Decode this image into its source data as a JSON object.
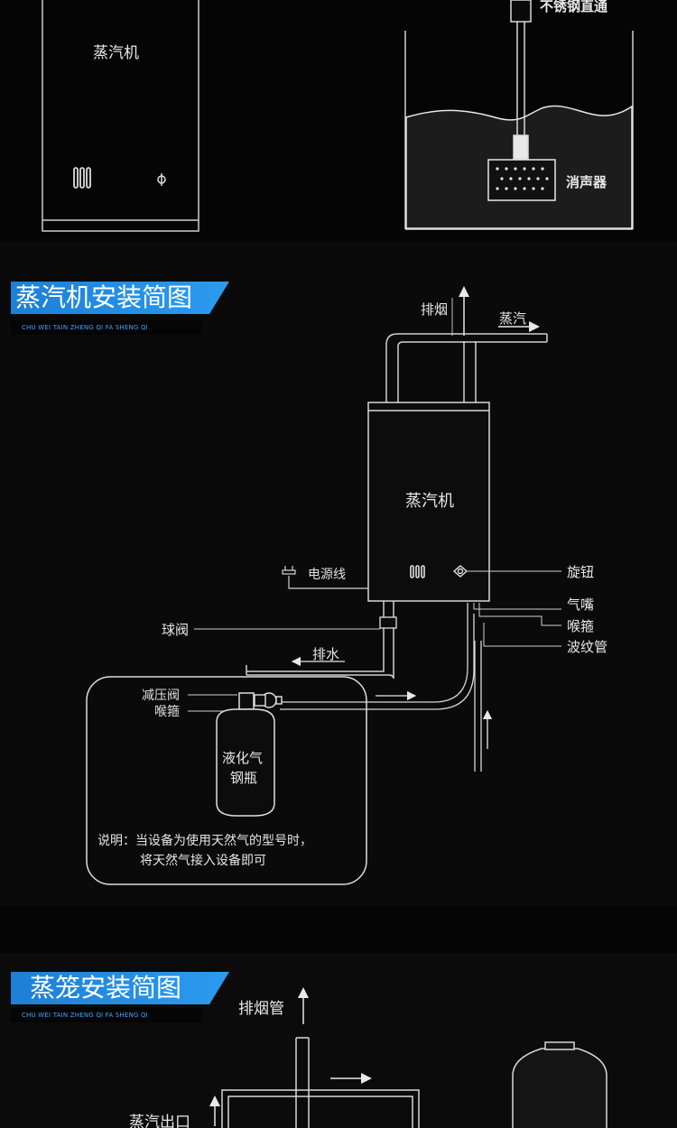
{
  "top_panel": {
    "machine_label": "蒸汽机",
    "pipe_label": "不锈钢直通",
    "muffler_label": "消声器"
  },
  "section1": {
    "title": "蒸汽机安装简图",
    "subtitle": "CHU WEI TAIN ZHENG QI FA SHENG QI",
    "labels": {
      "exhaust": "排烟",
      "steam": "蒸汽",
      "machine": "蒸汽机",
      "power_cord": "电源线",
      "knob": "旋钮",
      "gas_nozzle": "气嘴",
      "throat_hoop": "喉箍",
      "corrugated_pipe": "波纹管",
      "ball_valve": "球阀",
      "drain": "排水",
      "pressure_valve": "减压阀",
      "hoop": "喉箍",
      "cylinder_line1": "液化气",
      "cylinder_line2": "钢瓶"
    },
    "note_line1": "说明：当设备为使用天然气的型号时，",
    "note_line2": "将天然气接入设备即可"
  },
  "section2": {
    "title": "蒸笼安装简图",
    "subtitle": "CHU WEI TAIN ZHENG QI FA SHENG QI",
    "labels": {
      "exhaust_pipe": "排烟管",
      "steam_outlet": "蒸汽出口"
    }
  }
}
